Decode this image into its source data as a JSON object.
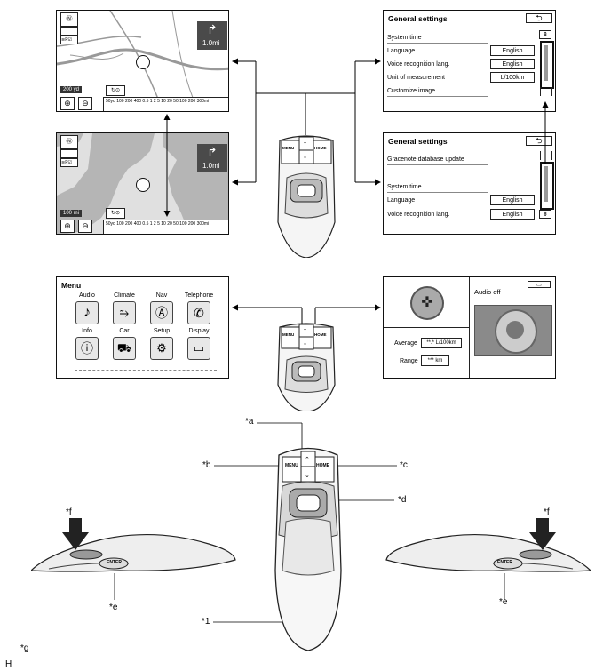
{
  "nav_screens": {
    "scale_top": "200 yd",
    "scale_bottom": "100 mi",
    "turn_distance": "1.0mi",
    "scale_bar": "50yd 100 200 400 0.5 1 2 5 10 20 50 100 200 300mi",
    "zoom_in": "⊕",
    "zoom_out": "⊖"
  },
  "settings_top": {
    "title": "General settings",
    "rows": [
      {
        "label": "System time",
        "value": ""
      },
      {
        "label": "Language",
        "value": "English"
      },
      {
        "label": "Voice recognition lang.",
        "value": "English"
      },
      {
        "label": "Unit of measurement",
        "value": "L/100km"
      },
      {
        "label": "Customize image",
        "value": ""
      }
    ]
  },
  "settings_bottom": {
    "title": "General settings",
    "rows": [
      {
        "label": "Gracenote database update",
        "value": ""
      },
      {
        "label": "System time",
        "value": ""
      },
      {
        "label": "Language",
        "value": "English"
      },
      {
        "label": "Voice recognition lang.",
        "value": "English"
      }
    ]
  },
  "menu_screen": {
    "title": "Menu",
    "items": [
      "Audio",
      "Climate",
      "Nav",
      "Telephone",
      "Info",
      "Car",
      "Setup",
      "Display"
    ]
  },
  "home_screen": {
    "audio_status": "Audio off",
    "average_label": "Average",
    "average_value": "**.* L/100km",
    "range_label": "Range",
    "range_value": "*** km"
  },
  "controller": {
    "menu_label": "MENU",
    "home_label": "HOME",
    "enter_label": "ENTER"
  },
  "callouts": {
    "a": "*a",
    "b": "*b",
    "c": "*c",
    "d": "*d",
    "e_left": "*e",
    "e_right": "*e",
    "f_left": "*f",
    "f_right": "*f",
    "one": "*1",
    "g": "*g",
    "h": "H"
  }
}
